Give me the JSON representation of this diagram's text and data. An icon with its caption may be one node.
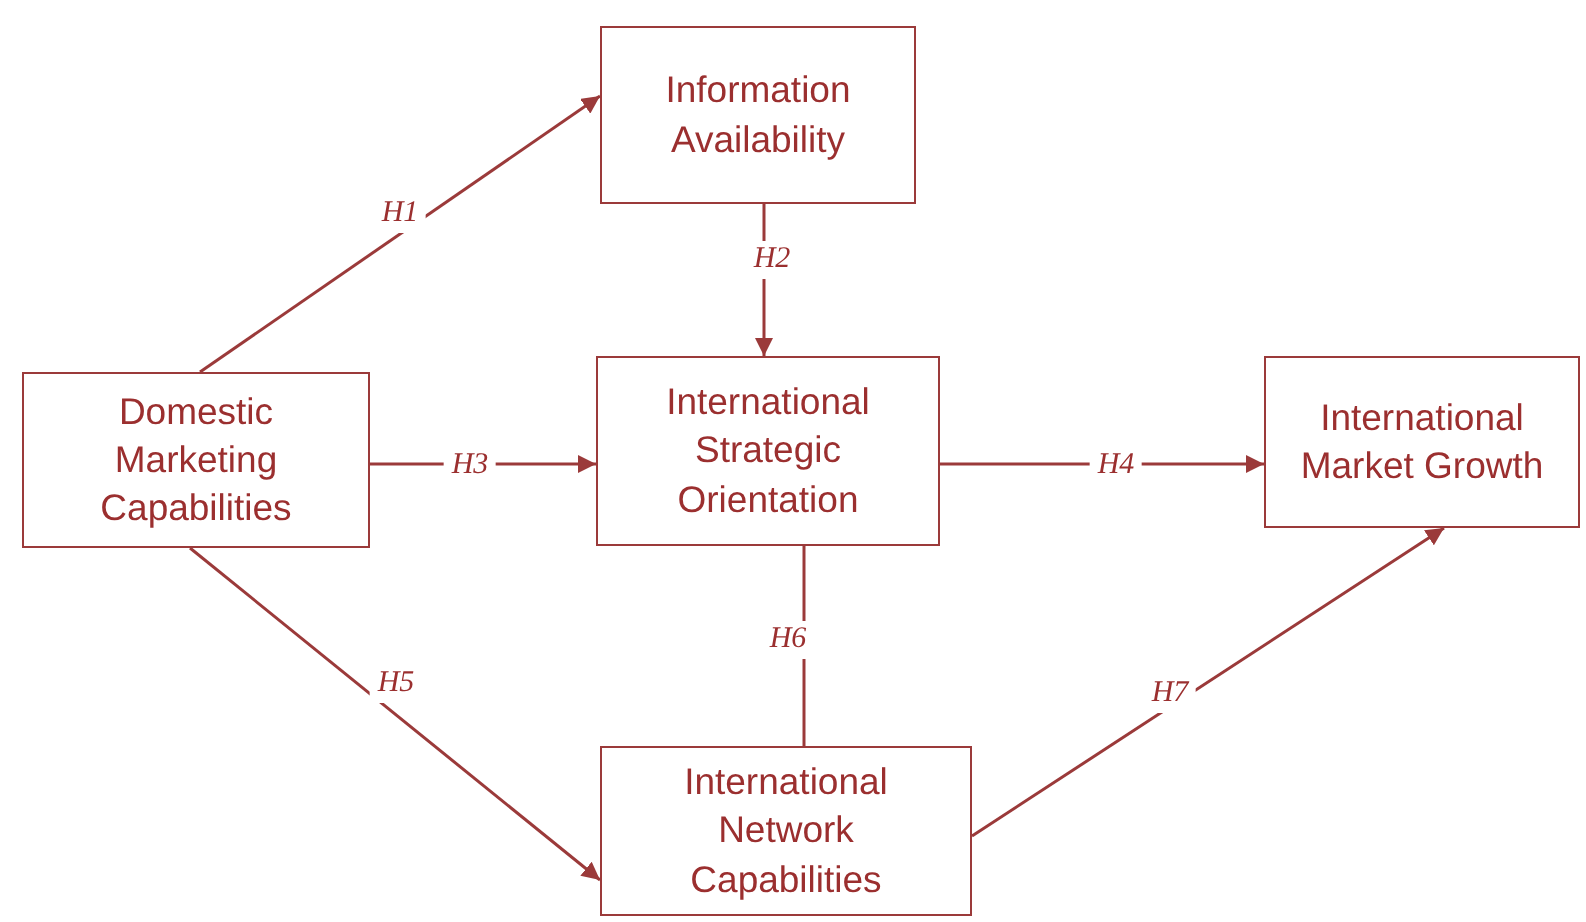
{
  "diagram": {
    "nodes": [
      {
        "text": [
          "Domestic Marketing Capabilities"
        ]
      },
      {
        "text": [
          "Information Availability"
        ]
      },
      {
        "text": [
          "International Strategic Orientation"
        ]
      },
      {
        "text": [
          "International Market Growth"
        ]
      },
      {
        "text": [
          "International Network Capabilities"
        ]
      }
    ],
    "edges": [
      {
        "from": 0,
        "to": 1,
        "arrow": "to",
        "label": "H1"
      },
      {
        "from": 1,
        "to": 2,
        "arrow": "to",
        "label": "H2"
      },
      {
        "from": 0,
        "to": 2,
        "arrow": "to",
        "label": "H3"
      },
      {
        "from": 2,
        "to": 3,
        "arrow": "to",
        "label": "H4"
      },
      {
        "from": 0,
        "to": 4,
        "arrow": "to",
        "label": "H5"
      },
      {
        "from": 2,
        "to": 4,
        "arrow": "none",
        "label": "H6"
      },
      {
        "from": 4,
        "to": 3,
        "arrow": "to",
        "label": "H7"
      }
    ]
  }
}
